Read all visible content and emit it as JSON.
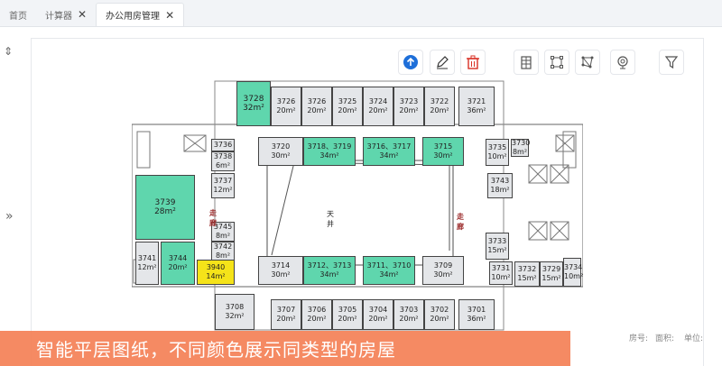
{
  "tabs": [
    {
      "label": "首页",
      "closable": false,
      "active": false
    },
    {
      "label": "计算器",
      "closable": true,
      "active": false
    },
    {
      "label": "办公用房管理",
      "closable": true,
      "active": true
    }
  ],
  "toolbar": {
    "upload_icon": "upload-circle-icon",
    "edit_icon": "pencil-icon",
    "delete_icon": "trash-icon",
    "building_icon": "building-icon",
    "select_rect_icon": "rect-select-icon",
    "polygon_icon": "polygon-icon",
    "camera_icon": "webcam-icon",
    "filter_icon": "filter-icon"
  },
  "side": {
    "expand_left": "»",
    "expand_right": "«",
    "sort": "⇕"
  },
  "colors": {
    "teal": "#5fd6ad",
    "yellow": "#f5e319",
    "gray": "#e4e6e9",
    "caption_bg": "#f48056",
    "upload": "#1e6fd9",
    "delete": "#d93025"
  },
  "plan_labels": {
    "atrium": "天井",
    "corridor_left": "走廊",
    "corridor_right": "走廊"
  },
  "rooms": [
    {
      "number": "3728",
      "area": "32m²",
      "color": "teal"
    },
    {
      "number": "3726",
      "area": "20m²",
      "color": "gray"
    },
    {
      "number": "3726",
      "area": "20m²",
      "color": "gray"
    },
    {
      "number": "3725",
      "area": "20m²",
      "color": "gray"
    },
    {
      "number": "3724",
      "area": "20m²",
      "color": "gray"
    },
    {
      "number": "3723",
      "area": "20m²",
      "color": "gray"
    },
    {
      "number": "3722",
      "area": "20m²",
      "color": "gray"
    },
    {
      "number": "3721",
      "area": "36m²",
      "color": "gray"
    },
    {
      "number": "3736",
      "area": "",
      "color": "gray"
    },
    {
      "number": "3738",
      "area": "6m²",
      "color": "gray"
    },
    {
      "number": "3737",
      "area": "12m²",
      "color": "gray"
    },
    {
      "number": "3720",
      "area": "30m²",
      "color": "gray"
    },
    {
      "number": "3718、3719",
      "area": "34m²",
      "color": "teal"
    },
    {
      "number": "3716、3717",
      "area": "34m²",
      "color": "teal"
    },
    {
      "number": "3715",
      "area": "30m²",
      "color": "teal"
    },
    {
      "number": "3735",
      "area": "10m²",
      "color": "gray"
    },
    {
      "number": "3730",
      "area": "8m²",
      "color": "gray"
    },
    {
      "number": "3743",
      "area": "18m²",
      "color": "gray"
    },
    {
      "number": "3739",
      "area": "28m²",
      "color": "teal"
    },
    {
      "number": "3745",
      "area": "8m²",
      "color": "gray"
    },
    {
      "number": "3742",
      "area": "8m²",
      "color": "gray"
    },
    {
      "number": "3741",
      "area": "12m²",
      "color": "gray"
    },
    {
      "number": "3744",
      "area": "20m²",
      "color": "teal"
    },
    {
      "number": "3940",
      "area": "14m²",
      "color": "yellow"
    },
    {
      "number": "3714",
      "area": "30m²",
      "color": "gray"
    },
    {
      "number": "3712、3713",
      "area": "34m²",
      "color": "teal"
    },
    {
      "number": "3711、3710",
      "area": "34m²",
      "color": "teal"
    },
    {
      "number": "3709",
      "area": "30m²",
      "color": "gray"
    },
    {
      "number": "3733",
      "area": "15m²",
      "color": "gray"
    },
    {
      "number": "3731",
      "area": "10m²",
      "color": "gray"
    },
    {
      "number": "3732",
      "area": "15m²",
      "color": "gray"
    },
    {
      "number": "3729",
      "area": "15m²",
      "color": "gray"
    },
    {
      "number": "3734",
      "area": "10m²",
      "color": "gray"
    },
    {
      "number": "3708",
      "area": "32m²",
      "color": "gray"
    },
    {
      "number": "3707",
      "area": "20m²",
      "color": "gray"
    },
    {
      "number": "3706",
      "area": "20m²",
      "color": "gray"
    },
    {
      "number": "3705",
      "area": "20m²",
      "color": "gray"
    },
    {
      "number": "3704",
      "area": "20m²",
      "color": "gray"
    },
    {
      "number": "3703",
      "area": "20m²",
      "color": "gray"
    },
    {
      "number": "3702",
      "area": "20m²",
      "color": "gray"
    },
    {
      "number": "3701",
      "area": "36m²",
      "color": "gray"
    }
  ],
  "legend": {
    "room_no": "房号:",
    "area": "面积:",
    "unit": "单位:"
  },
  "caption": "智能平层图纸，不同颜色展示同类型的房屋"
}
